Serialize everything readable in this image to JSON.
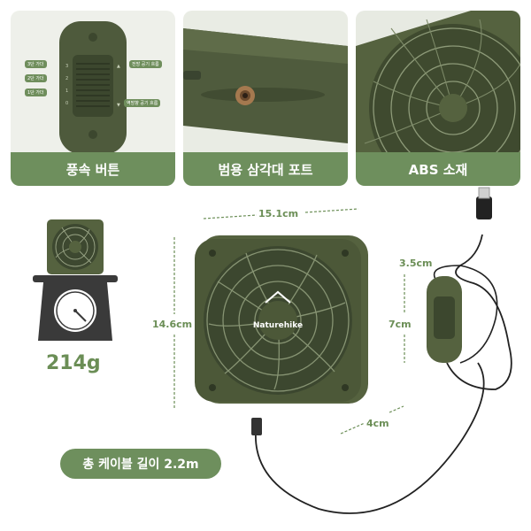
{
  "panels": [
    {
      "caption": "풍속 버튼",
      "labels_left": [
        "3단 가더",
        "2단 가더",
        "1단 가더"
      ],
      "labels_right": [
        "전방 공기 흐름",
        "역방향 공기 흐름"
      ]
    },
    {
      "caption": "범용 삼각대 포트"
    },
    {
      "caption": "ABS 소재"
    }
  ],
  "dimensions": {
    "width": "15.1cm",
    "height": "14.6cm",
    "depth": "4cm",
    "remote_width": "3.5cm",
    "remote_height": "7cm"
  },
  "weight": "214g",
  "cable_length_label": "총 케이블 길이 2.2m",
  "brand": "Naturehike",
  "colors": {
    "accent": "#6e8f5d",
    "fan_body": "#4f5d3c",
    "text_green": "#6b8e56"
  }
}
